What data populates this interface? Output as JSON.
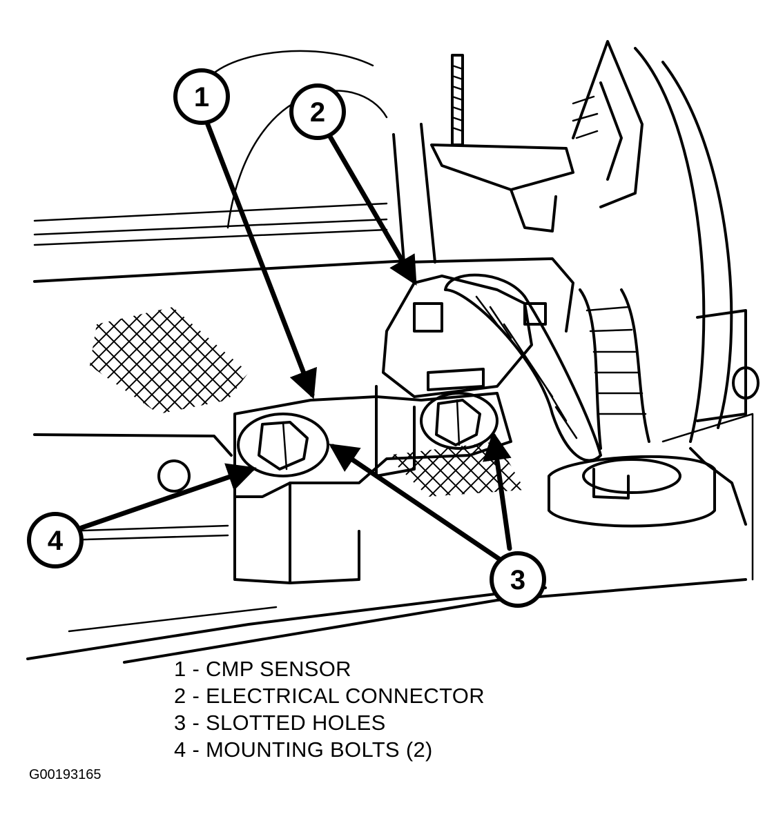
{
  "callouts": [
    {
      "num": "1",
      "label": "CMP SENSOR"
    },
    {
      "num": "2",
      "label": "ELECTRICAL CONNECTOR"
    },
    {
      "num": "3",
      "label": "SLOTTED HOLES"
    },
    {
      "num": "4",
      "label": "MOUNTING BOLTS (2)"
    }
  ],
  "legend": [
    "1 - CMP SENSOR",
    "2 - ELECTRICAL CONNECTOR",
    "3 - SLOTTED HOLES",
    "4 - MOUNTING BOLTS (2)"
  ],
  "figure_id": "G00193165"
}
